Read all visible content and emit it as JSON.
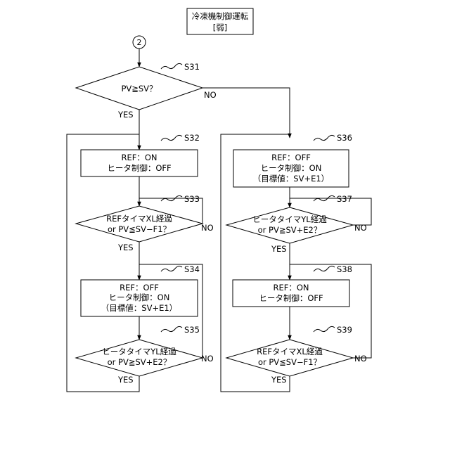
{
  "title": {
    "line1": "冷凍機制御運転",
    "line2": "[弱]"
  },
  "connector": "2",
  "yes": "YES",
  "no": "NO",
  "steps": {
    "s31": {
      "label": "S31",
      "text": "PV≧SV？"
    },
    "s32": {
      "label": "S32",
      "line1": "REF：ON",
      "line2": "ヒータ制御：OFF"
    },
    "s33": {
      "label": "S33",
      "line1": "REFタイマXL経過",
      "line2": "or PV≦SV−F1？"
    },
    "s34": {
      "label": "S34",
      "line1": "REF：OFF",
      "line2": "ヒータ制御：ON",
      "line3": "（目標値：SV+E1）"
    },
    "s35": {
      "label": "S35",
      "line1": "ヒータタイマYL経過",
      "line2": "or PV≧SV+E2？"
    },
    "s36": {
      "label": "S36",
      "line1": "REF：OFF",
      "line2": "ヒータ制御：ON",
      "line3": "（目標値：SV+E1）"
    },
    "s37": {
      "label": "S37",
      "line1": "ヒータタイマYL経過",
      "line2": "or PV≧SV+E2？"
    },
    "s38": {
      "label": "S38",
      "line1": "REF：ON",
      "line2": "ヒータ制御：OFF"
    },
    "s39": {
      "label": "S39",
      "line1": "REFタイマXL経過",
      "line2": "or PV≦SV−F1？"
    }
  }
}
